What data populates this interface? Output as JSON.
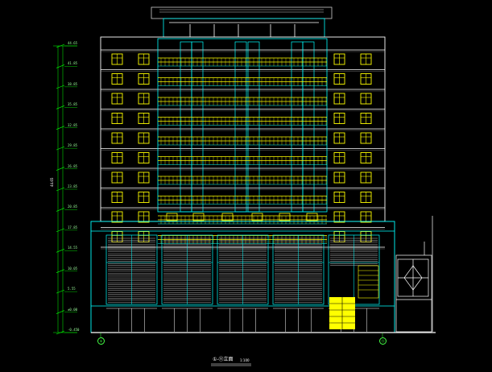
{
  "drawing": {
    "title": "①-⑪立面",
    "scale": "1:100",
    "axis_left": "①",
    "axis_right": "⑪",
    "total_height": "44.65",
    "elevations": [
      "44.65",
      "41.85",
      "38.85",
      "35.85",
      "32.85",
      "29.85",
      "26.85",
      "23.85",
      "20.85",
      "17.85",
      "14.55",
      "10.05",
      "5.55",
      "±0.00",
      "-0.450"
    ],
    "colors": {
      "background": "#000000",
      "outline": "#00ffff",
      "window": "#ffff00",
      "dimension": "#00ff00",
      "text": "#ffffff",
      "grid": "#ff4040"
    },
    "residential_floors": 10,
    "podium_bays": 5
  }
}
